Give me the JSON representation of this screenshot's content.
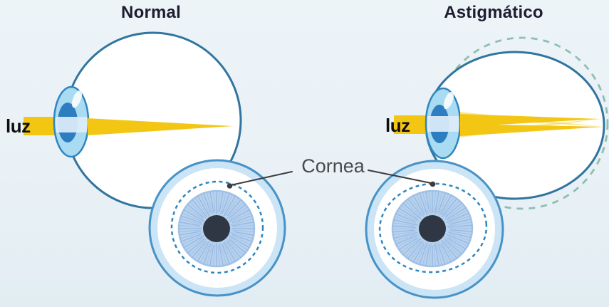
{
  "diagram": {
    "panel_left_title": "Normal",
    "panel_right_title": "Astigmático",
    "light_label_left": "luz",
    "light_label_right": "luz",
    "cornea_label": "Cornea"
  },
  "colors": {
    "background": "#e9f1f6",
    "eye_outline": "#30759f",
    "cornea_stroke": "#2e86c1",
    "cornea_fill": "#a9dbf2",
    "lens_fill": "#2d7ec0",
    "light_beam": "#f3c614",
    "light_beam_soft": "#f7d95e",
    "normal_shape_dashed": "#8fbfae",
    "front_ring_fill": "#cbe4f6",
    "front_ring_stroke": "#4792c6",
    "cornea_dashed": "#2e86c1",
    "iris_fill": "#b7d2ee",
    "iris_lines": "#93b5e0",
    "pupil": "#2f3745",
    "title_text": "#1d1d30",
    "cornea_text": "#4a4a4a",
    "leader_line": "#3c3c3c"
  }
}
